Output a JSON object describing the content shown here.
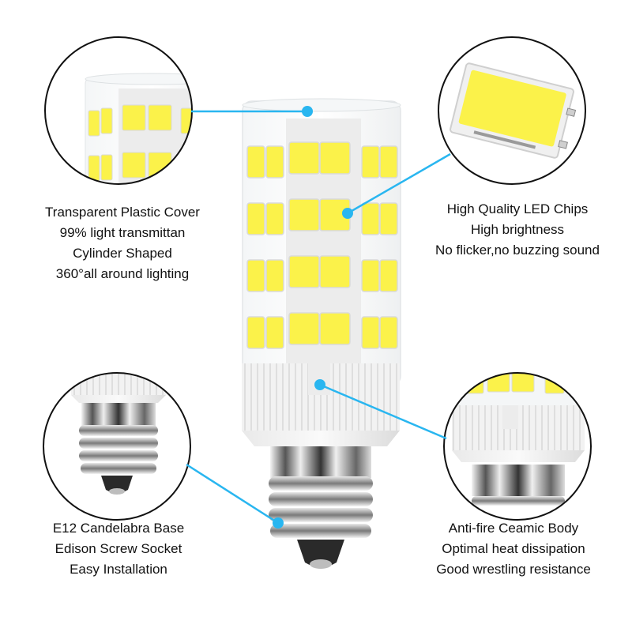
{
  "colors": {
    "accent": "#29b6f0",
    "circle_stroke": "#111111",
    "led_chip": "#fbf24a",
    "ceramic": "#eeeeee",
    "text": "#111111"
  },
  "product": {
    "type": "E12 LED corn bulb",
    "icon": "led-bulb-icon"
  },
  "callouts": {
    "top_left": {
      "icon": "plastic-cover-icon",
      "lines": [
        "Transparent Plastic Cover",
        "99% light transmittan",
        "Cylinder Shaped",
        "360°all around lighting"
      ]
    },
    "top_right": {
      "icon": "led-chip-icon",
      "lines": [
        "High Quality LED Chips",
        "High brightness",
        "No flicker,no buzzing sound"
      ]
    },
    "bottom_left": {
      "icon": "screw-base-icon",
      "lines": [
        "E12 Candelabra Base",
        "Edison Screw Socket",
        "Easy Installation"
      ]
    },
    "bottom_right": {
      "icon": "ceramic-body-icon",
      "lines": [
        "Anti-fire Ceamic Body",
        "Optimal heat dissipation",
        "Good wrestling resistance"
      ]
    }
  }
}
